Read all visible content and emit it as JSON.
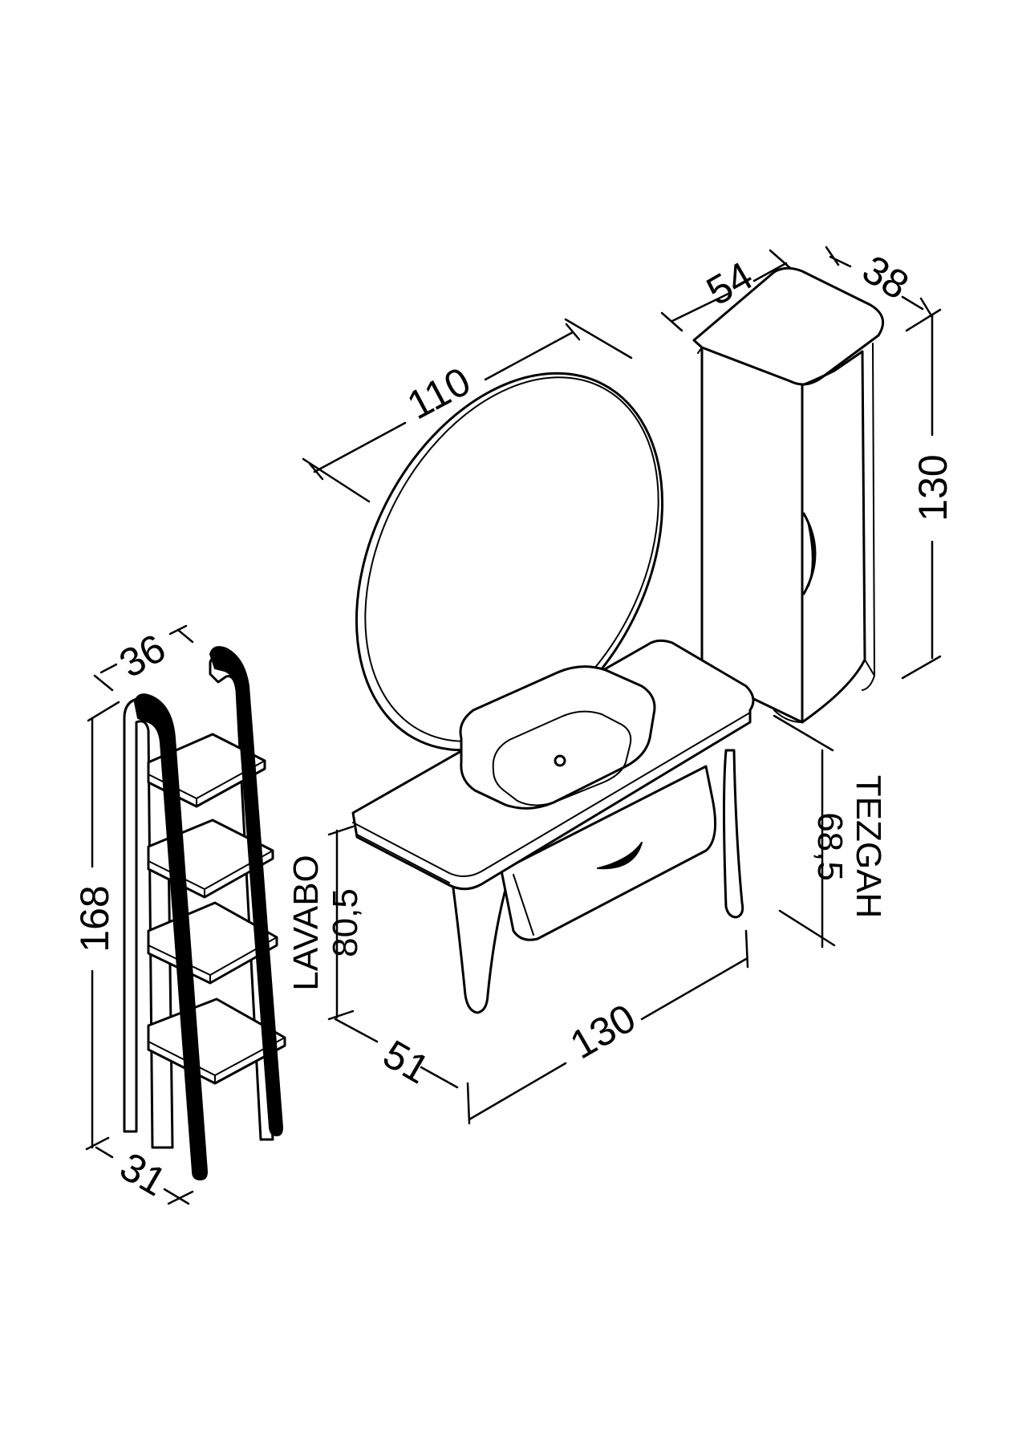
{
  "drawing": {
    "mirror": {
      "diameter": "110"
    },
    "tall_cabinet": {
      "width": "54",
      "depth": "38",
      "height": "130"
    },
    "ladder_shelf": {
      "width": "36",
      "height": "168",
      "depth": "31"
    },
    "vanity": {
      "width": "130",
      "depth": "51",
      "basin_label": "LAVABO",
      "basin_height": "80,5",
      "counter_label": "TEZGAH",
      "counter_height": "68,5"
    }
  }
}
